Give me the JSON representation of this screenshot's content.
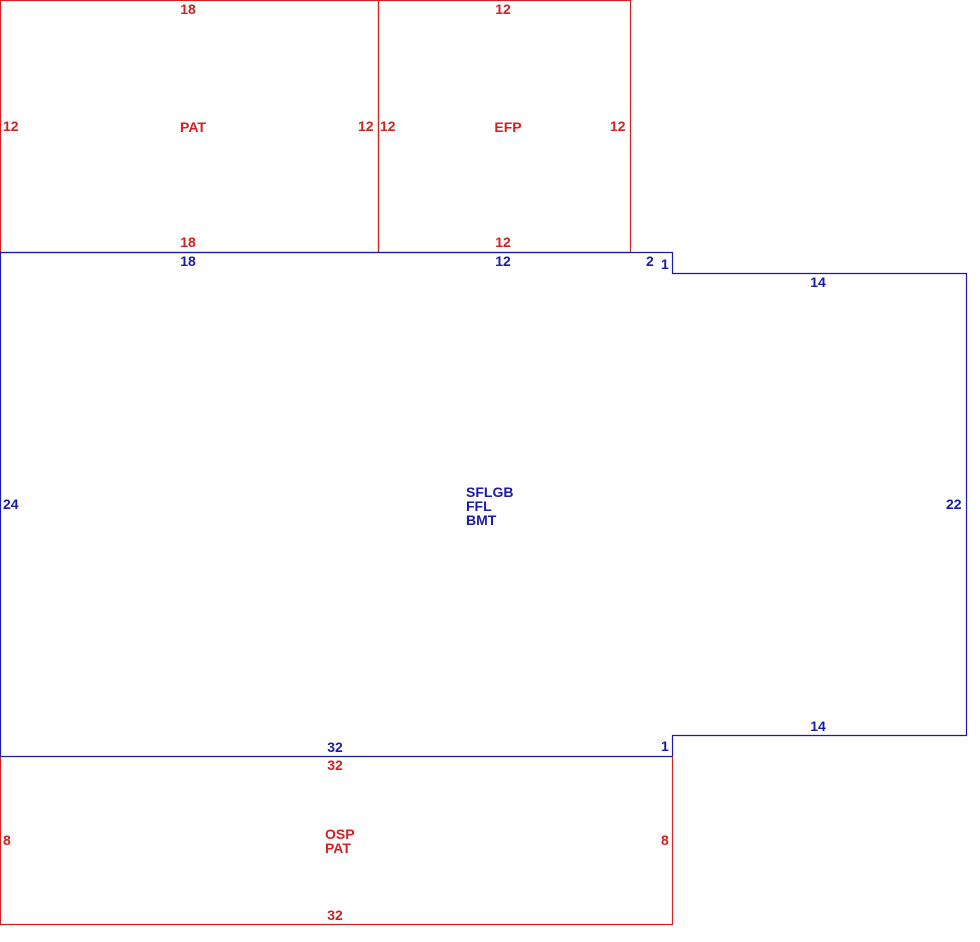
{
  "colors": {
    "addition": "#d42020",
    "main": "#1a1aa8"
  },
  "sections": {
    "pat_top": {
      "code": "PAT",
      "dims": {
        "top": "18",
        "bottom": "18",
        "left": "12",
        "right": "12"
      }
    },
    "efp": {
      "code": "EFP",
      "dims": {
        "top": "12",
        "bottom": "12",
        "left": "12",
        "right": "12"
      }
    },
    "main": {
      "codes": [
        "SFLGB",
        "FFL",
        "BMT"
      ],
      "dims": {
        "top_left": "18",
        "top_mid": "12",
        "top_step": "2",
        "step_down_top": "1",
        "right_top": "14",
        "right": "22",
        "right_bottom": "14",
        "step_down_bottom": "1",
        "bottom": "32",
        "left": "24"
      }
    },
    "osp": {
      "codes": [
        "OSP",
        "PAT"
      ],
      "dims": {
        "top": "32",
        "bottom": "32",
        "left": "8",
        "right": "8"
      }
    }
  }
}
